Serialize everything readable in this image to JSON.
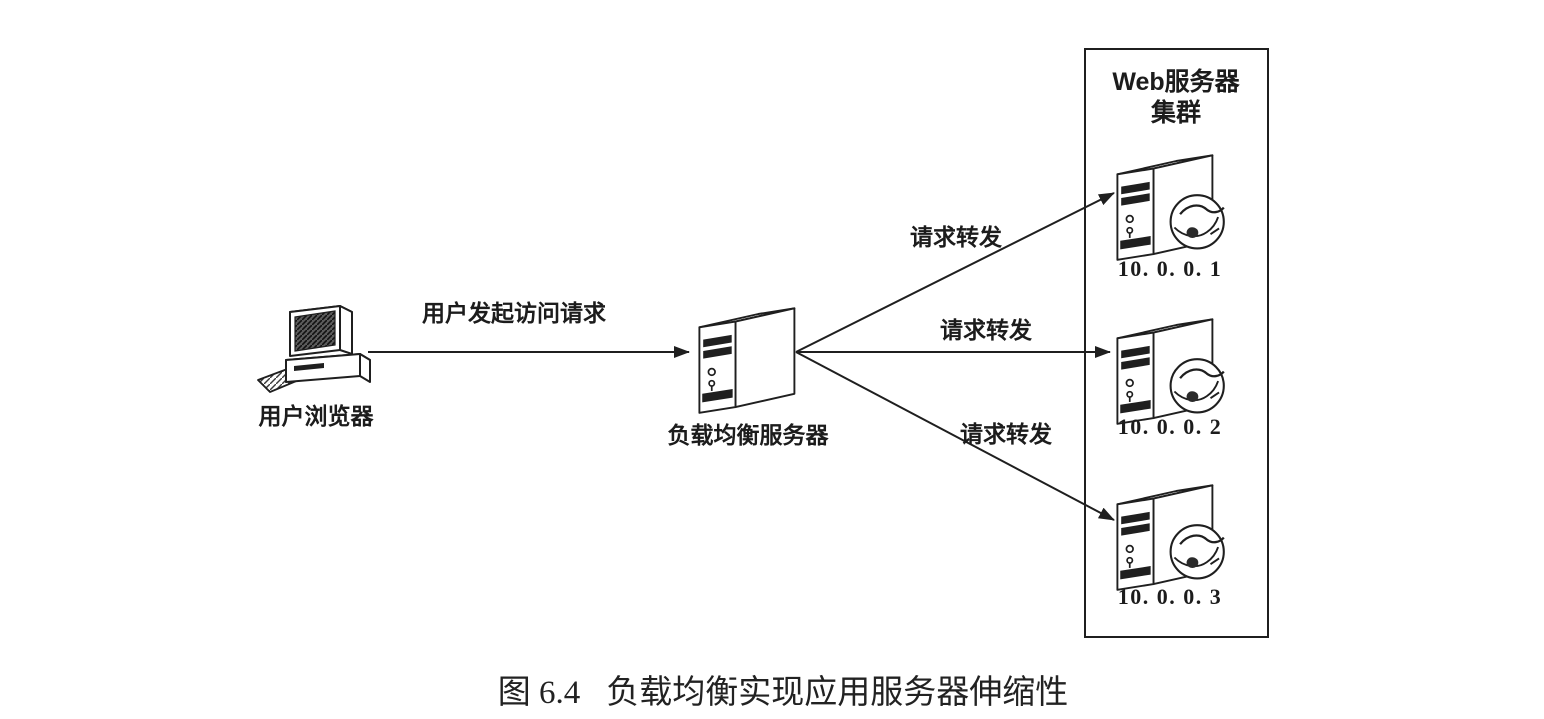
{
  "diagram": {
    "client_label": "用户浏览器",
    "request_label": "用户发起访问请求",
    "lb_label": "负载均衡服务器",
    "forward_labels": [
      "请求转发",
      "请求转发",
      "请求转发"
    ],
    "cluster": {
      "title_line1": "Web服务器",
      "title_line2": "集群",
      "servers": [
        {
          "ip": "10. 0. 0. 1"
        },
        {
          "ip": "10. 0. 0. 2"
        },
        {
          "ip": "10. 0. 0. 3"
        }
      ]
    },
    "caption": {
      "figure_no": "图 6.4",
      "title": "负载均衡实现应用服务器伸缩性"
    },
    "icons": {
      "client": "desktop-computer-icon",
      "load_balancer": "tower-server-icon",
      "web_server": "tower-server-globe-icon"
    }
  },
  "colors": {
    "ink": "#1f1f1f",
    "paper": "#ffffff"
  }
}
